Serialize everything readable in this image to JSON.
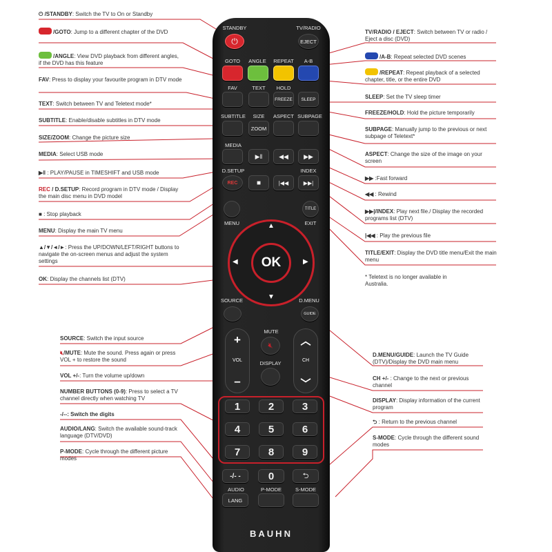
{
  "colors": {
    "leader": "#c8202a",
    "remote_body": "#222222",
    "accent_red": "#c8202a",
    "goto_red": "#d7262d",
    "angle_green": "#6dbf3d",
    "repeat_yellow": "#f2c300",
    "ab_blue": "#2448b0"
  },
  "remote": {
    "brand": "BAUHN",
    "standby_label": "STANDBY",
    "tvradio_label": "TV/RADIO",
    "eject_btn": "EJECT",
    "goto_label": "GOTO",
    "angle_label": "ANGLE",
    "repeat_label": "REPEAT",
    "ab_label": "A-B",
    "fav_label": "FAV",
    "text_label": "TEXT",
    "hold_label": "HOLD",
    "freeze_btn": "FREEZE",
    "sleep_btn": "SLEEP",
    "subtitle_label": "SUBTITLE",
    "size_label": "SIZE",
    "zoom_btn": "ZOOM",
    "aspect_label": "ASPECT",
    "subpage_label": "SUBPAGE",
    "media_label": "MEDIA",
    "dsetup_label": "D.SETUP",
    "rec_btn": "REC",
    "index_label": "INDEX",
    "menu_label": "MENU",
    "title_btn": "TITLE",
    "exit_label": "EXIT",
    "ok_btn": "OK",
    "source_label": "SOURCE",
    "dmenu_label": "D.MENU",
    "guide_btn": "GUIDE",
    "mute_label": "MUTE",
    "vol_label": "VOL",
    "display_label": "DISPLAY",
    "ch_label": "CH",
    "numbers": [
      "1",
      "2",
      "3",
      "4",
      "5",
      "6",
      "7",
      "8",
      "9"
    ],
    "dash_btn": "-/- -",
    "zero_btn": "0",
    "audio_label": "AUDIO",
    "lang_btn": "LANG",
    "pmode_label": "P-MODE",
    "smode_label": "S-MODE"
  },
  "callouts": {
    "standby": {
      "key": "/STANDBY",
      "desc": ": Switch the TV to On or Standby"
    },
    "goto": {
      "key": "/GOTO",
      "desc": ": Jump to a different chapter of the DVD"
    },
    "angle": {
      "key": "/ANGLE",
      "desc": ": View DVD playback from different angles, if the DVD has this feature"
    },
    "fav": {
      "key": "FAV",
      "desc": ": Press to display your favourite program in DTV mode"
    },
    "text": {
      "key": "TEXT",
      "desc": ": Switch between TV and Teletext mode*"
    },
    "subtitle": {
      "key": "SUBTITLE",
      "desc": ": Enable/disable subtitles in DTV mode"
    },
    "size": {
      "key": "SIZE/ZOOM",
      "desc": ": Change the picture size"
    },
    "media": {
      "key": "MEDIA",
      "desc": ": Select USB mode"
    },
    "play": {
      "desc": " : PLAY/PAUSE in TIMESHIFT and USB mode"
    },
    "rec": {
      "key_a": "REC",
      "key_sep": " / ",
      "key_b": "D.SETUP",
      "desc": ": Record program in DTV mode / Display the main disc menu in DVD model"
    },
    "stop": {
      "desc": ": Stop playback"
    },
    "menu": {
      "key": "MENU",
      "desc": ": Display the main TV menu"
    },
    "arrows": {
      "key": "▲/▼/◄/►",
      "desc": ": Press the UP/DOWN/LEFT/RIGHT buttons to navigate the on-screen menus and adjust the system settings"
    },
    "ok": {
      "key": "OK",
      "desc": ": Display the channels list (DTV)"
    },
    "source": {
      "key": "SOURCE",
      "desc": ": Switch the input source"
    },
    "mute": {
      "key": "/MUTE",
      "desc": ": Mute the sound. Press again or press VOL + to restore the sound"
    },
    "vol": {
      "key": "VOL +/-",
      "desc": ": Turn the volume up/down"
    },
    "number": {
      "key": "NUMBER BUTTONS (0-9)",
      "desc": ": Press to select a TV channel directly when watching TV"
    },
    "dash": {
      "desc": "-/--: Switch the digits"
    },
    "audio": {
      "key": "AUDIO/LANG",
      "desc": ": Switch the available sound-track language (DTV/DVD)"
    },
    "pmode": {
      "key": "P-MODE",
      "desc": ": Cycle through the different picture modes"
    },
    "tvradio": {
      "key": "TV/RADIO / EJECT",
      "desc": ": Switch between TV or radio / Eject a disc (DVD)"
    },
    "ab": {
      "key": "/A-B",
      "desc": ": Repeat selected DVD scenes"
    },
    "repeat": {
      "key": "/REPEAT",
      "desc": ": Repeat playback of a selected chapter, title, or the entire DVD"
    },
    "sleep": {
      "key": "SLEEP",
      "desc": ": Set the TV sleep timer"
    },
    "freeze": {
      "key": "FREEZE/HOLD",
      "desc": ": Hold the picture temporarily"
    },
    "subpage": {
      "key": "SUBPAGE",
      "desc": ": Manually jump to the previous or next subpage of Teletext*"
    },
    "aspect": {
      "key": "ASPECT",
      "desc": ": Change the size of the image on your screen"
    },
    "ff": {
      "desc": " :Fast forward"
    },
    "rew": {
      "desc": " : Rewind"
    },
    "index": {
      "key": "/INDEX",
      "desc": ": Play next file./ Display the recorded programs list (DTV)"
    },
    "prev": {
      "desc": " : Play the previous file"
    },
    "title": {
      "key": "TITLE/EXIT",
      "desc": ": Display the DVD title menu/Exit the main menu"
    },
    "note": "* Teletext is no longer available in Australia.",
    "dmenu": {
      "key": "D.MENU/GUIDE",
      "desc": ": Launch the TV Guide (DTV)/Display the DVD main menu"
    },
    "ch": {
      "key": "CH +/-",
      "desc": " : Change to the next or previous channel"
    },
    "display": {
      "key": "DISPLAY",
      "desc": ": Display information of the current program"
    },
    "return": {
      "desc": " : Return to the previous channel"
    },
    "smode": {
      "key": "S-MODE",
      "desc": ": Cycle through the different sound modes"
    }
  }
}
